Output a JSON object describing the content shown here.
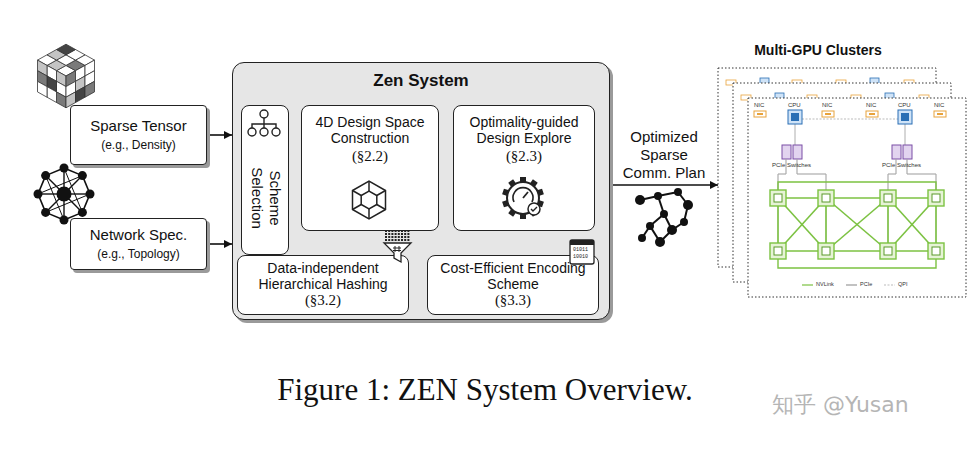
{
  "diagram": {
    "caption": "Figure 1: ZEN System Overview.",
    "nodes": [
      {
        "text": [
          "Sparse Tensor",
          "(e.g., Density)"
        ]
      },
      {
        "text": [
          "Network Spec.",
          "(e.g., Topology)"
        ]
      },
      {
        "text": [
          "Zen System"
        ]
      },
      {
        "text": [
          "Scheme Selection"
        ],
        "in": 2
      },
      {
        "text": [
          "4D Design Space Construction",
          "(§2.2)"
        ],
        "in": 2
      },
      {
        "text": [
          "Optimality-guided Design Explore",
          "(§2.3)"
        ],
        "in": 2
      },
      {
        "text": [
          "Data-independent Hierarchical Hashing",
          "(§3.2)"
        ],
        "in": 2
      },
      {
        "text": [
          "Cost-Efficient Encoding Scheme",
          "(§3.3)"
        ],
        "in": 2
      },
      {
        "text": [
          "Multi-GPU Clusters"
        ]
      }
    ],
    "edges": [
      {
        "from": 0,
        "to": 2,
        "arrow": "to"
      },
      {
        "from": 1,
        "to": 2,
        "arrow": "to"
      },
      {
        "from": 2,
        "to": 8,
        "label": "Optimized Sparse Comm. Plan",
        "arrow": "to"
      }
    ],
    "labels": [
      "NIC",
      "CPU",
      "NIC",
      "NIC",
      "CPU",
      "NIC",
      "PCIe Switches",
      "PCIe Switches",
      "01011",
      "10010",
      "知乎 @Yusan"
    ],
    "legend": [
      {
        "text": "NVLink"
      },
      {
        "text": "PCIe"
      },
      {
        "text": "QPI"
      }
    ]
  }
}
